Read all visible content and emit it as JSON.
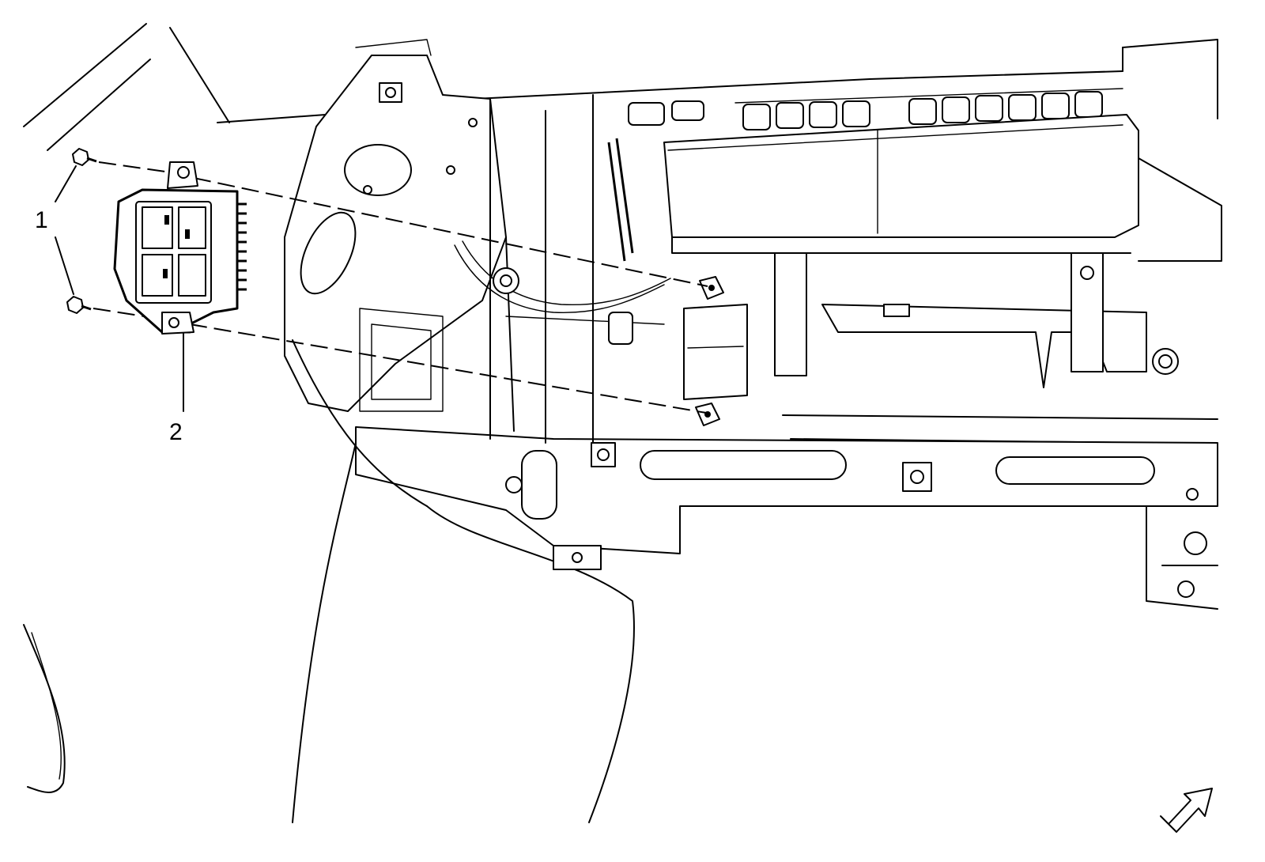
{
  "callouts": [
    {
      "id": "1",
      "label": "1",
      "target": "screws"
    },
    {
      "id": "2",
      "label": "2",
      "target": "module"
    }
  ],
  "view_indicator": "arrow-icon"
}
